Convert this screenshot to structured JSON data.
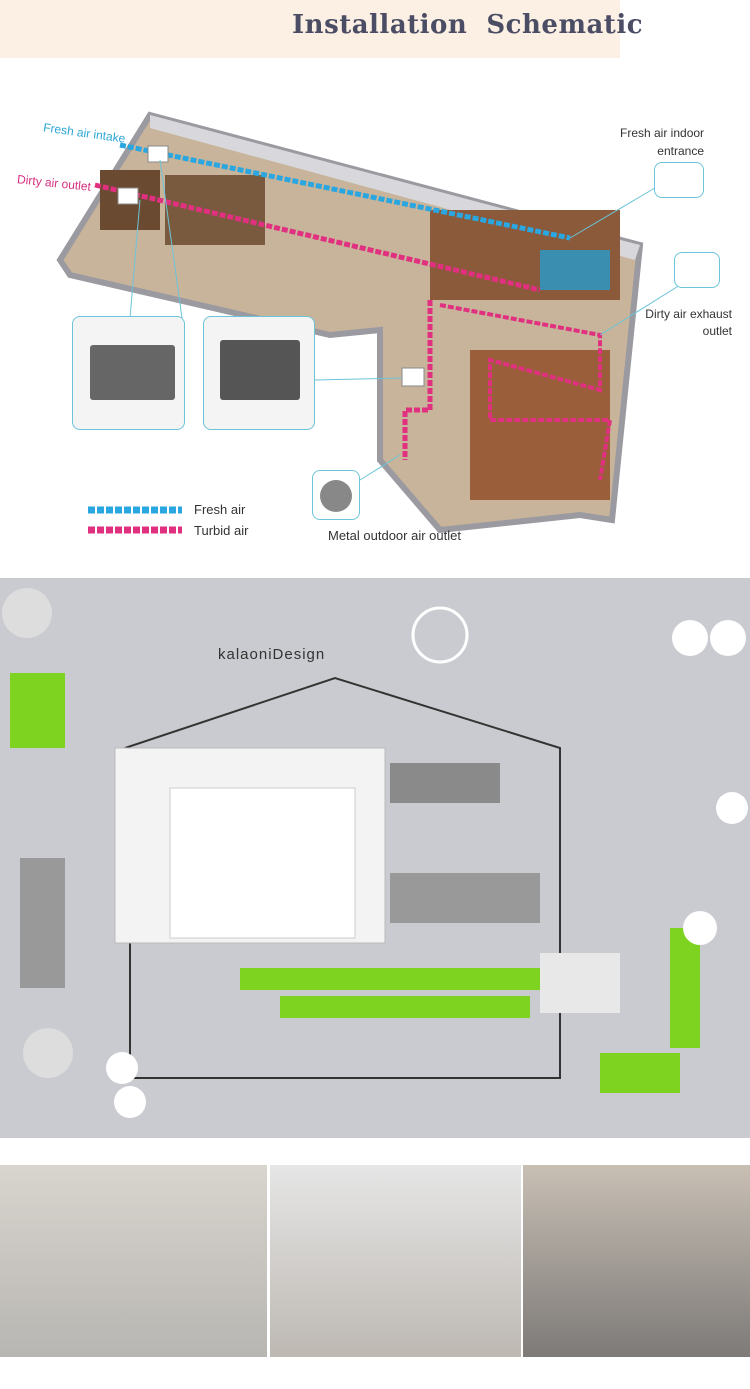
{
  "header": {
    "title": "Installation  Schematic"
  },
  "diagram": {
    "labels": {
      "fresh_air_intake": "Fresh air intake",
      "dirty_air_outlet": "Dirty air outlet",
      "fresh_air_indoor_entrance_1": "Fresh air indoor",
      "fresh_air_indoor_entrance_2": "entrance",
      "dirty_air_exhaust_outlet_1": "Dirty air exhaust",
      "dirty_air_exhaust_outlet_2": "outlet",
      "metal_outdoor_air_outlet": "Metal outdoor air outlet"
    },
    "legend": [
      {
        "label": "Fresh air",
        "color": "#2aa6e0"
      },
      {
        "label": "Turbid air",
        "color": "#e0307f"
      }
    ]
  },
  "photo": {
    "brand": "kalaoniDesign"
  }
}
